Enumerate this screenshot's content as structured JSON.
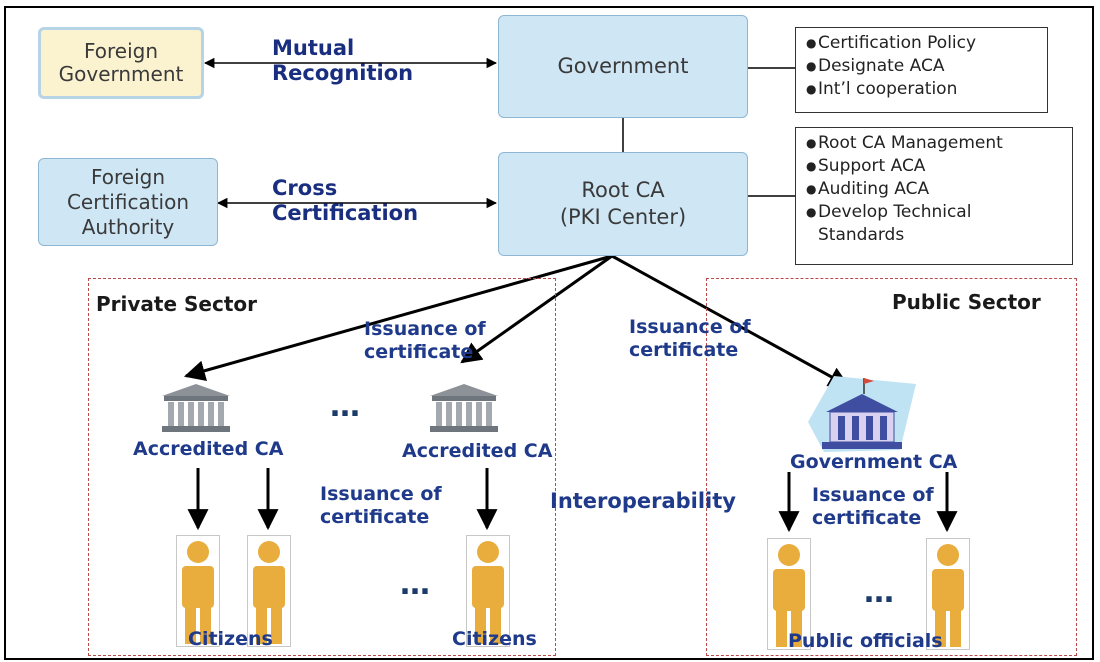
{
  "nodes": {
    "foreign_government": "Foreign\nGovernment",
    "government": "Government",
    "foreign_ca": "Foreign\nCertification\nAuthority",
    "root_ca": "Root CA\n(PKI Center)"
  },
  "edge_labels": {
    "mutual_recognition": "Mutual\nRecognition",
    "cross_certification": "Cross\nCertification",
    "issuance_private": "Issuance of\ncertificate",
    "issuance_public": "Issuance of\ncertificate",
    "issuance_citizens": "Issuance of\ncertificate",
    "issuance_officials": "Issuance of\ncertificate",
    "interoperability": "Interoperability"
  },
  "government_roles": [
    "Certification Policy",
    "Designate ACA",
    "Int’l cooperation"
  ],
  "root_ca_roles": [
    "Root CA Management",
    "Support ACA",
    "Auditing ACA",
    "Develop Technical\nStandards"
  ],
  "sectors": {
    "private": "Private Sector",
    "public": "Public Sector"
  },
  "entities": {
    "accredited_ca_1": "Accredited CA",
    "accredited_ca_2": "Accredited CA",
    "government_ca": "Government CA",
    "citizens_1": "Citizens",
    "citizens_2": "Citizens",
    "public_officials": "Public officials"
  },
  "ellipsis": "…",
  "colors": {
    "node_blue": "#cfe6f5",
    "node_yellow": "#fbf3d0",
    "label_navy": "#1f3a8a",
    "person": "#e8ad3c",
    "sector_border": "#b84a4a"
  },
  "icons": [
    "bank-building-icon",
    "government-building-icon",
    "person-icon"
  ]
}
